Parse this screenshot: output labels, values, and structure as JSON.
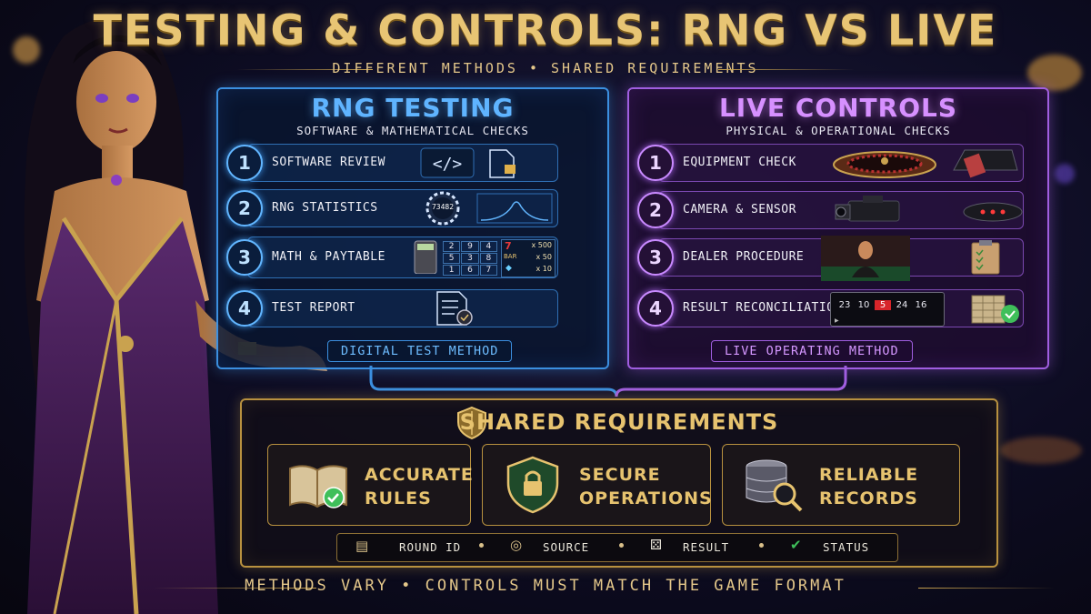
{
  "header": {
    "title": "TESTING & CONTROLS: RNG VS LIVE",
    "subtitle": "DIFFERENT METHODS • SHARED REQUIREMENTS"
  },
  "rng_panel": {
    "title": "RNG TESTING",
    "subtitle": "SOFTWARE & MATHEMATICAL CHECKS",
    "steps": [
      {
        "number": "1",
        "label": "SOFTWARE REVIEW"
      },
      {
        "number": "2",
        "label": "RNG STATISTICS",
        "chip_value": "73482"
      },
      {
        "number": "3",
        "label": "MATH & PAYTABLE",
        "grid": [
          "2",
          "9",
          "4",
          "5",
          "3",
          "8",
          "1",
          "6",
          "7"
        ],
        "paytable": [
          "x 500",
          "x 50",
          "x 10"
        ],
        "paytable_symbol": "BAR"
      },
      {
        "number": "4",
        "label": "TEST REPORT"
      }
    ],
    "method": "DIGITAL TEST METHOD"
  },
  "live_panel": {
    "title": "LIVE CONTROLS",
    "subtitle": "PHYSICAL & OPERATIONAL CHECKS",
    "steps": [
      {
        "number": "1",
        "label": "EQUIPMENT CHECK"
      },
      {
        "number": "2",
        "label": "CAMERA & SENSOR"
      },
      {
        "number": "3",
        "label": "DEALER PROCEDURE"
      },
      {
        "number": "4",
        "label": "RESULT RECONCILIATION",
        "results": [
          "23",
          "10",
          "5",
          "24",
          "16"
        ]
      }
    ],
    "method": "LIVE OPERATING METHOD"
  },
  "shared": {
    "title": "SHARED REQUIREMENTS",
    "requirements": [
      {
        "line1": "ACCURATE",
        "line2": "RULES",
        "icon": "book-check-icon"
      },
      {
        "line1": "SECURE",
        "line2": "OPERATIONS",
        "icon": "shield-lock-icon"
      },
      {
        "line1": "RELIABLE",
        "line2": "RECORDS",
        "icon": "database-search-icon"
      }
    ],
    "meta": [
      "ROUND ID",
      "SOURCE",
      "RESULT",
      "STATUS"
    ]
  },
  "footer": "METHODS VARY • CONTROLS MUST MATCH THE GAME FORMAT",
  "colors": {
    "gold": "#e7c36f",
    "rng_blue": "#3b8fe0",
    "live_purple": "#a05ee0",
    "check_green": "#3fbf5a",
    "red_result": "#d8252a"
  }
}
